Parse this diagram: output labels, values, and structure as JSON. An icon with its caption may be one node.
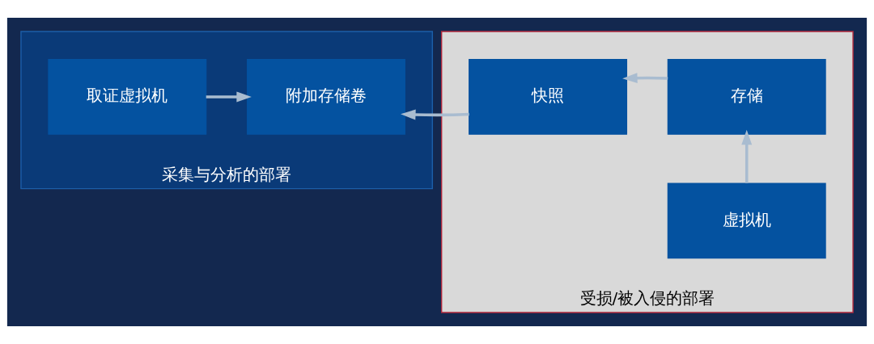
{
  "diagram": {
    "nodes": [
      {
        "text": [
          "采集与分析的部署"
        ]
      },
      {
        "text": [
          "取证虚拟机"
        ],
        "in": 0
      },
      {
        "text": [
          "附加存储卷"
        ],
        "in": 0
      },
      {
        "text": [
          "受损/被入侵的部署"
        ]
      },
      {
        "text": [
          "虚拟机"
        ],
        "in": 3
      },
      {
        "text": [
          "快照"
        ],
        "in": 3
      },
      {
        "text": [
          "存储"
        ],
        "in": 3
      }
    ],
    "edges": [
      {
        "from": 1,
        "to": 2,
        "arrow": "to"
      },
      {
        "from": 5,
        "to": 2,
        "arrow": "to"
      },
      {
        "from": 4,
        "to": 6,
        "arrow": "to"
      },
      {
        "from": 6,
        "to": 5,
        "arrow": "to"
      }
    ]
  }
}
